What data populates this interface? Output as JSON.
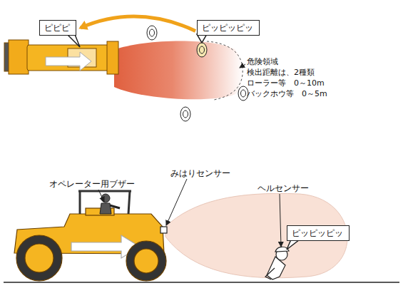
{
  "diagram": {
    "nodes": [
      {
        "text": [
          "ピピピ"
        ]
      },
      {
        "text": [
          "ピッピッピッ"
        ]
      },
      {
        "text": [
          "ピッピッピッ"
        ]
      }
    ],
    "edges": [
      {
        "from": 1,
        "to": 0,
        "arrow": "to"
      }
    ],
    "labels": [
      "危険領域",
      "検出距離は、2種類",
      "ローラー等　0～10m",
      "バックホウ等　0～5m",
      "オペレーター用ブザー",
      "みはりセンサー",
      "ヘルセンサー"
    ]
  }
}
